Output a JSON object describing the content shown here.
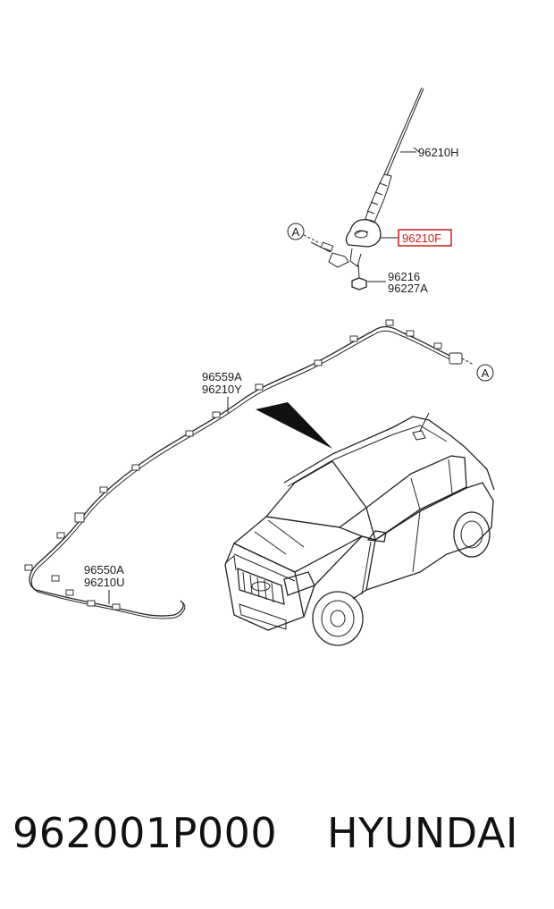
{
  "diagram": {
    "callout_letter": "A",
    "labels": {
      "antenna_pole": "96210H",
      "antenna_base": "96210F",
      "nut_a": "96216",
      "nut_b": "96227A",
      "cable_upper_a": "96559A",
      "cable_upper_b": "96210Y",
      "cable_lower_a": "96550A",
      "cable_lower_b": "96210U"
    },
    "highlight_color": "#d11a1a"
  },
  "footer": {
    "part_number": "962001P000",
    "brand": "HYUNDAI"
  }
}
